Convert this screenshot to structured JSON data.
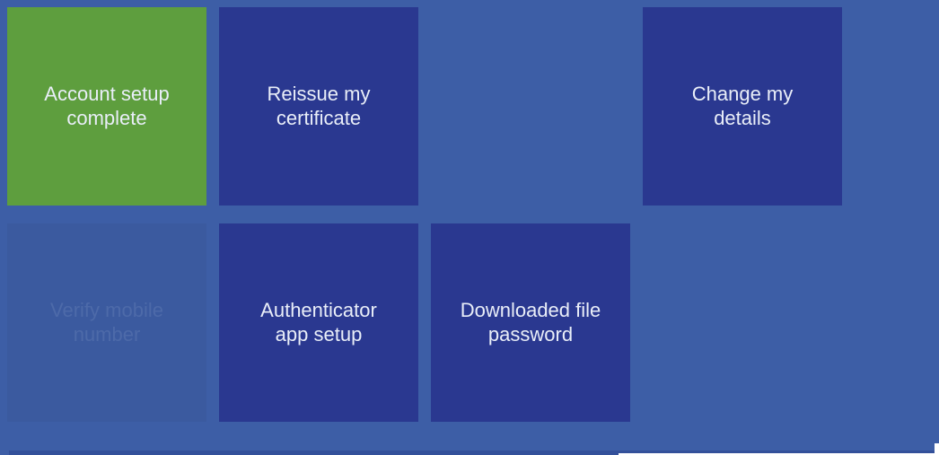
{
  "colors": {
    "background": "#3d5ea6",
    "tile_default": "#2a3890",
    "tile_complete": "#5e9e3e",
    "tile_disabled": "#3b5a9f",
    "tile_text": "#e9eef8",
    "tile_text_disabled": "#4d6aa9",
    "footer_bar": "#33509a",
    "page_white": "#ffffff"
  },
  "tiles": [
    {
      "label": "Account setup\ncomplete",
      "state": "complete"
    },
    {
      "label": "Reissue my\ncertificate",
      "state": "default"
    },
    {
      "label": "Change my\ndetails",
      "state": "default"
    },
    {
      "label": "Verify mobile\nnumber",
      "state": "disabled"
    },
    {
      "label": "Authenticator\napp setup",
      "state": "default"
    },
    {
      "label": "Downloaded file\npassword",
      "state": "default"
    }
  ]
}
